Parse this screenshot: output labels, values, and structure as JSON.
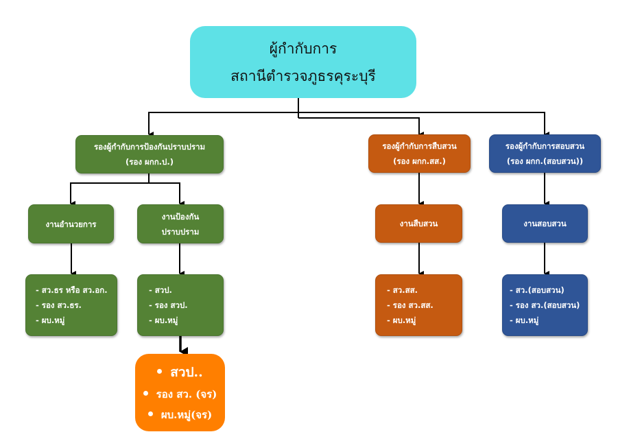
{
  "diagram": {
    "type": "organization-chart",
    "root": {
      "lines": [
        "ผู้กำกับการ",
        "สถานีตำรวจภูธรคุระบุรี"
      ],
      "color": "#5ee1e6"
    },
    "branches": [
      {
        "id": "prevention",
        "color": "#548235",
        "deputy": {
          "lines": [
            "รองผู้กำกับการป้องกันปราบปราม",
            "(รอง ผกก.ป.)"
          ]
        },
        "units": [
          {
            "id": "admin",
            "lines": [
              "งานอำนวยการ"
            ],
            "staff": [
              "- สว.ธร หรือ สว.อก.",
              "- รอง สว.ธร.",
              "- ผบ.หมู่"
            ]
          },
          {
            "id": "patrol",
            "lines": [
              "งานป้องกัน",
              "ปราบปราม"
            ],
            "staff": [
              "- สวป.",
              "- รอง สวป.",
              "- ผบ.หมู่"
            ],
            "sub": {
              "color": "#ff7f00",
              "items": [
                "สวป..",
                "รอง สว. (จร)",
                "ผบ.หมู่(จร)"
              ]
            }
          }
        ]
      },
      {
        "id": "investigation",
        "color": "#c55a11",
        "deputy": {
          "lines": [
            "รองผู้กำกับการสืบสวน",
            "(รอง ผกก.สส.)"
          ]
        },
        "units": [
          {
            "id": "investigation-work",
            "lines": [
              "งานสืบสวน"
            ],
            "staff": [
              "- สว.สส.",
              "- รอง สว.สส.",
              "- ผบ.หมู่"
            ]
          }
        ]
      },
      {
        "id": "inquiry",
        "color": "#2f5597",
        "deputy": {
          "lines": [
            "รองผู้กำกับการสอบสวน",
            "(รอง ผกก.(สอบสวน))"
          ]
        },
        "units": [
          {
            "id": "inquiry-work",
            "lines": [
              "งานสอบสวน"
            ],
            "staff": [
              "- สว.(สอบสวน)",
              "- รอง สว.(สอบสวน)",
              "- ผบ.หมู่"
            ]
          }
        ]
      }
    ]
  }
}
